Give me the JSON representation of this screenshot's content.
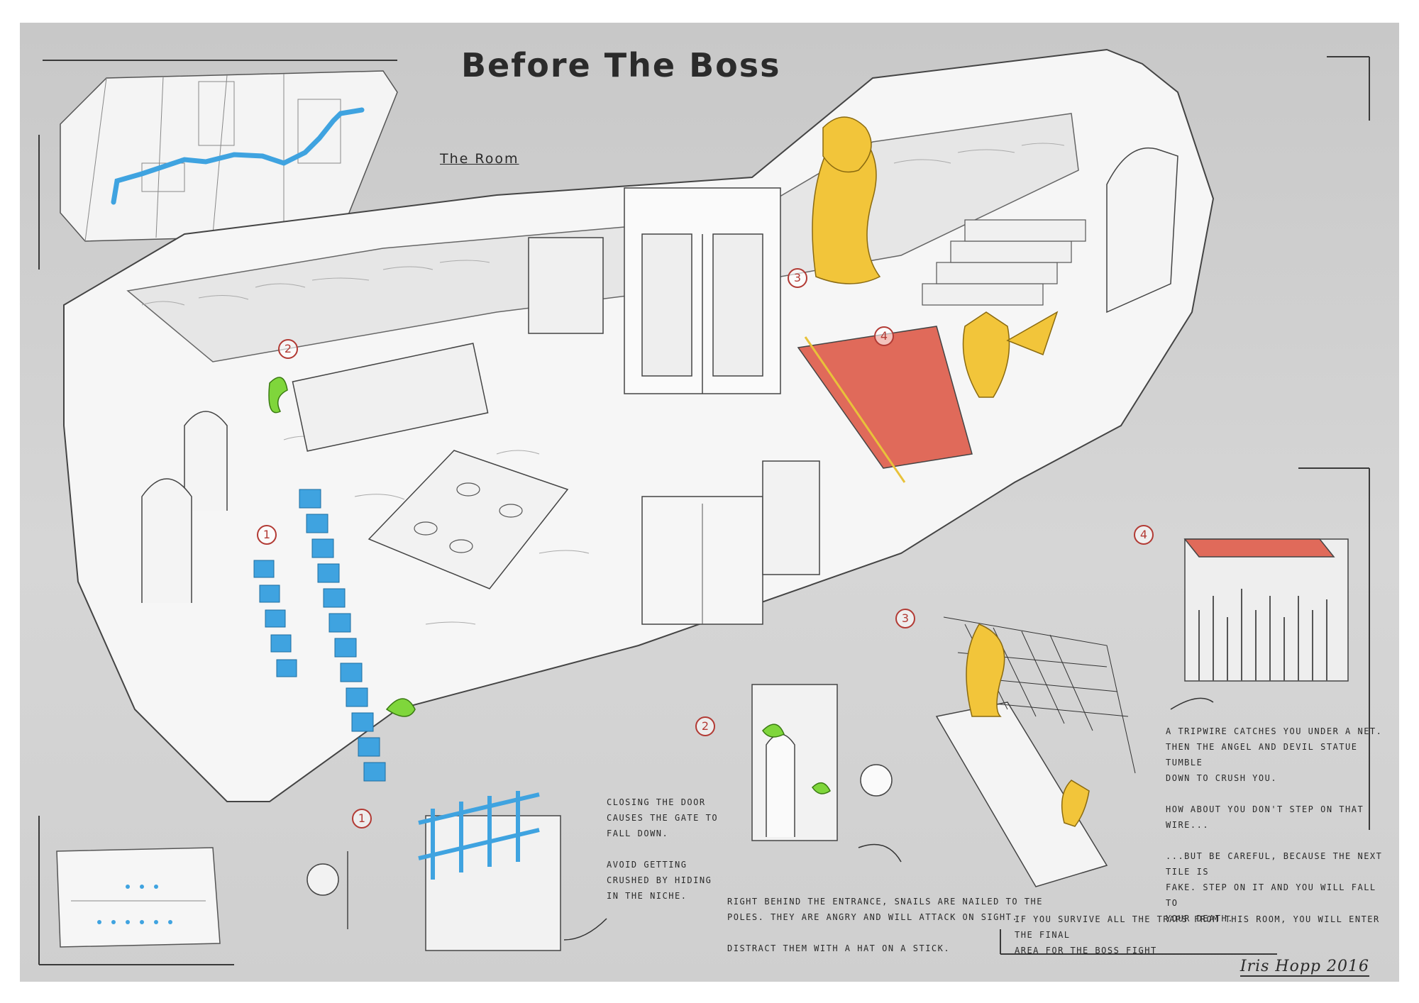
{
  "title": "Before The Boss",
  "subtitle": "The Room",
  "markers": {
    "m1": "1",
    "m2": "2",
    "m3": "3",
    "m4": "4"
  },
  "notes": {
    "gate": "Closing the door\ncauses the gate to\nfall down.\n\nAvoid getting\ncrushed by hiding\nin the niche.",
    "snails": "Right behind the entrance, snails are nailed to the\npoles. They are angry and will attack on sight.\n\nDistract them with a hat on a stick.",
    "tripwire": "A tripwire catches you under a net.\nThen the Angel and Devil statue tumble\ndown to crush you.\n\nHow about you don't step on that wire...\n\n...but be careful, because the next tile is\nfake. Step on it and you will fall to\nyour death.",
    "final": "If you survive all the traps from this room, you will enter the final\narea for the Boss fight"
  },
  "signature": "Iris Hopp 2016",
  "colors": {
    "background": "#cfcfcf",
    "trap_tiles": "#3fa3e0",
    "snails": "#7fd63b",
    "statues": "#f2c53a",
    "fake_tile": "#e06a5a",
    "marker": "#b23a34",
    "stone": "#f3f3f3"
  }
}
